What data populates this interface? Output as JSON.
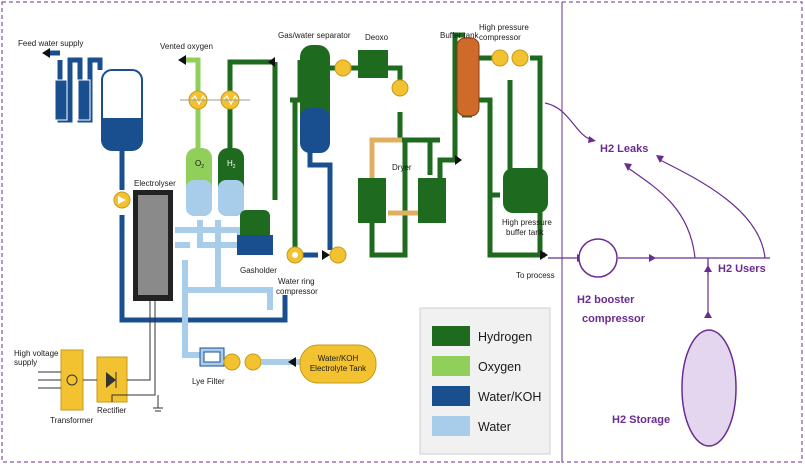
{
  "colors": {
    "hydrogen": "#1e6a1e",
    "oxygen": "#8fcf5a",
    "water_koh": "#1a4f8f",
    "water": "#a8cdea",
    "yellow": "#f2c230",
    "orange_tank": "#cf6b2a",
    "purple": "#6a2c91",
    "storage_fill": "#e4d6ef"
  },
  "labels": {
    "feed_water_supply": "Feed water supply",
    "vented_oxygen": "Vented oxygen",
    "gas_water_separator": "Gas/water separator",
    "deoxo": "Deoxo",
    "buffer_tank": "Buffer tank",
    "hp_compressor_1": "High pressure",
    "hp_compressor_2": "compressor",
    "dryer": "Dryer",
    "electrolyser": "Electrolyser",
    "o2": "O",
    "o2_sub": "2",
    "h2": "H",
    "h2_sub": "2",
    "gasholder": "Gasholder",
    "water_ring_1": "Water ring",
    "water_ring_2": "compressor",
    "hp_buffer_1": "High pressure",
    "hp_buffer_2": "buffer tank",
    "to_process": "To process",
    "hv_supply_1": "High voltage",
    "hv_supply_2": "supply",
    "transformer": "Transformer",
    "rectifier": "Rectifier",
    "lye_filter": "Lye Filter",
    "koh_tank_1": "Water/KOH",
    "koh_tank_2": "Electrolyte Tank"
  },
  "legend": {
    "hydrogen": "Hydrogen",
    "oxygen": "Oxygen",
    "water_koh": "Water/KOH",
    "water": "Water"
  },
  "annotations": {
    "h2_leaks": "H2 Leaks",
    "h2_booster_1": "H2 booster",
    "h2_booster_2": "compressor",
    "h2_users": "H2 Users",
    "h2_storage": "H2 Storage"
  }
}
